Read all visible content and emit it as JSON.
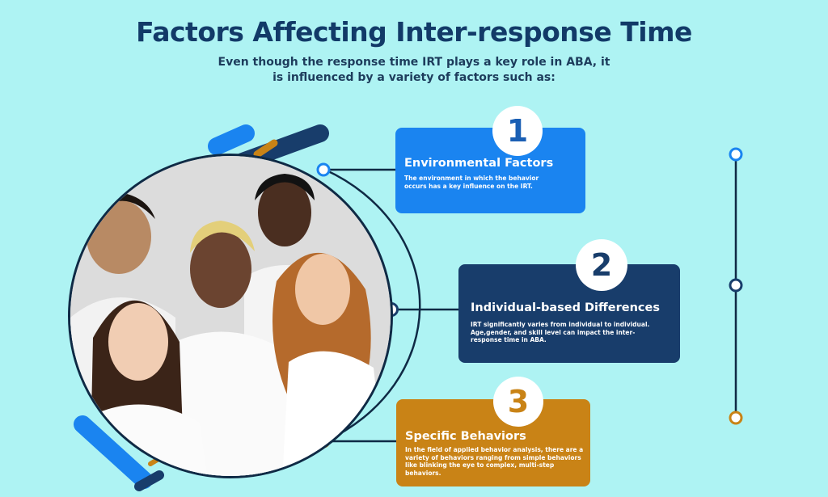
{
  "header": {
    "title": "Factors Affecting Inter-response Time",
    "subtitle": "Even though the response time IRT plays a key role in ABA, it is influenced by a variety of factors such as:"
  },
  "factors": [
    {
      "number": "1",
      "title": "Environmental Factors",
      "description": "The environment in which the behavior occurs has a key influence on the IRT.",
      "color": "#1a84f0"
    },
    {
      "number": "2",
      "title": "Individual-based Differences",
      "description": "IRT significantly varies from individual to individual. Age,gender, and skill level can impact the inter-response time in ABA.",
      "color": "#183d6b"
    },
    {
      "number": "3",
      "title": "Specific Behaviors",
      "description": "In the field of applied behavior analysis, there are a variety of behaviors ranging from simple behaviors like blinking the eye to complex, multi-step behaviors.",
      "color": "#c98316"
    }
  ],
  "colors": {
    "background": "#aef3f3",
    "title": "#123a68",
    "accent_blue": "#1a84f0",
    "accent_navy": "#183d6b",
    "accent_orange": "#c98316"
  }
}
